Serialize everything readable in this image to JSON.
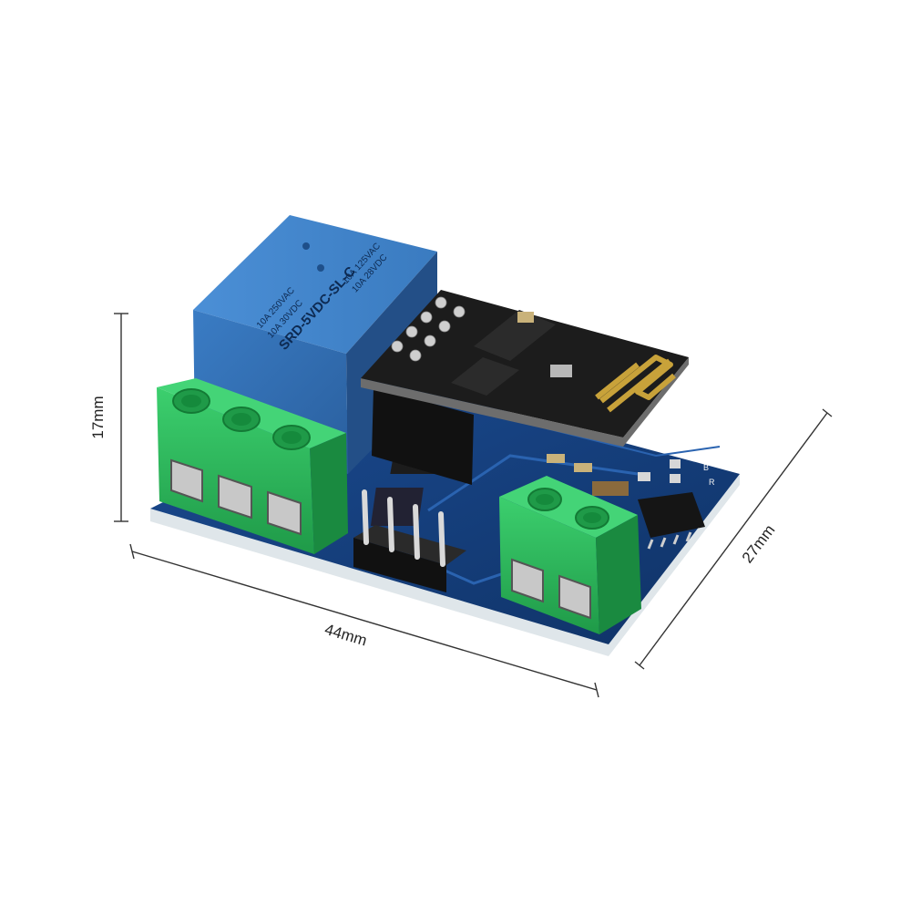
{
  "dimensions": {
    "height_label": "17mm",
    "width_label": "44mm",
    "depth_label": "27mm"
  },
  "relay": {
    "line1": "10A 250VAC",
    "line2": "10A 30VDC",
    "line3": "10A 125VAC",
    "line4": "10A 28VDC",
    "model": "SRD-5VDC-SL-C"
  },
  "pcb_labels": {
    "led_a": "B",
    "led_b": "R"
  },
  "colors": {
    "pcb": "#133c7a",
    "terminal": "#2fbf5f",
    "relay": "#2f6fb8",
    "esp": "#1c1c1c",
    "antenna": "#c8a23a"
  }
}
